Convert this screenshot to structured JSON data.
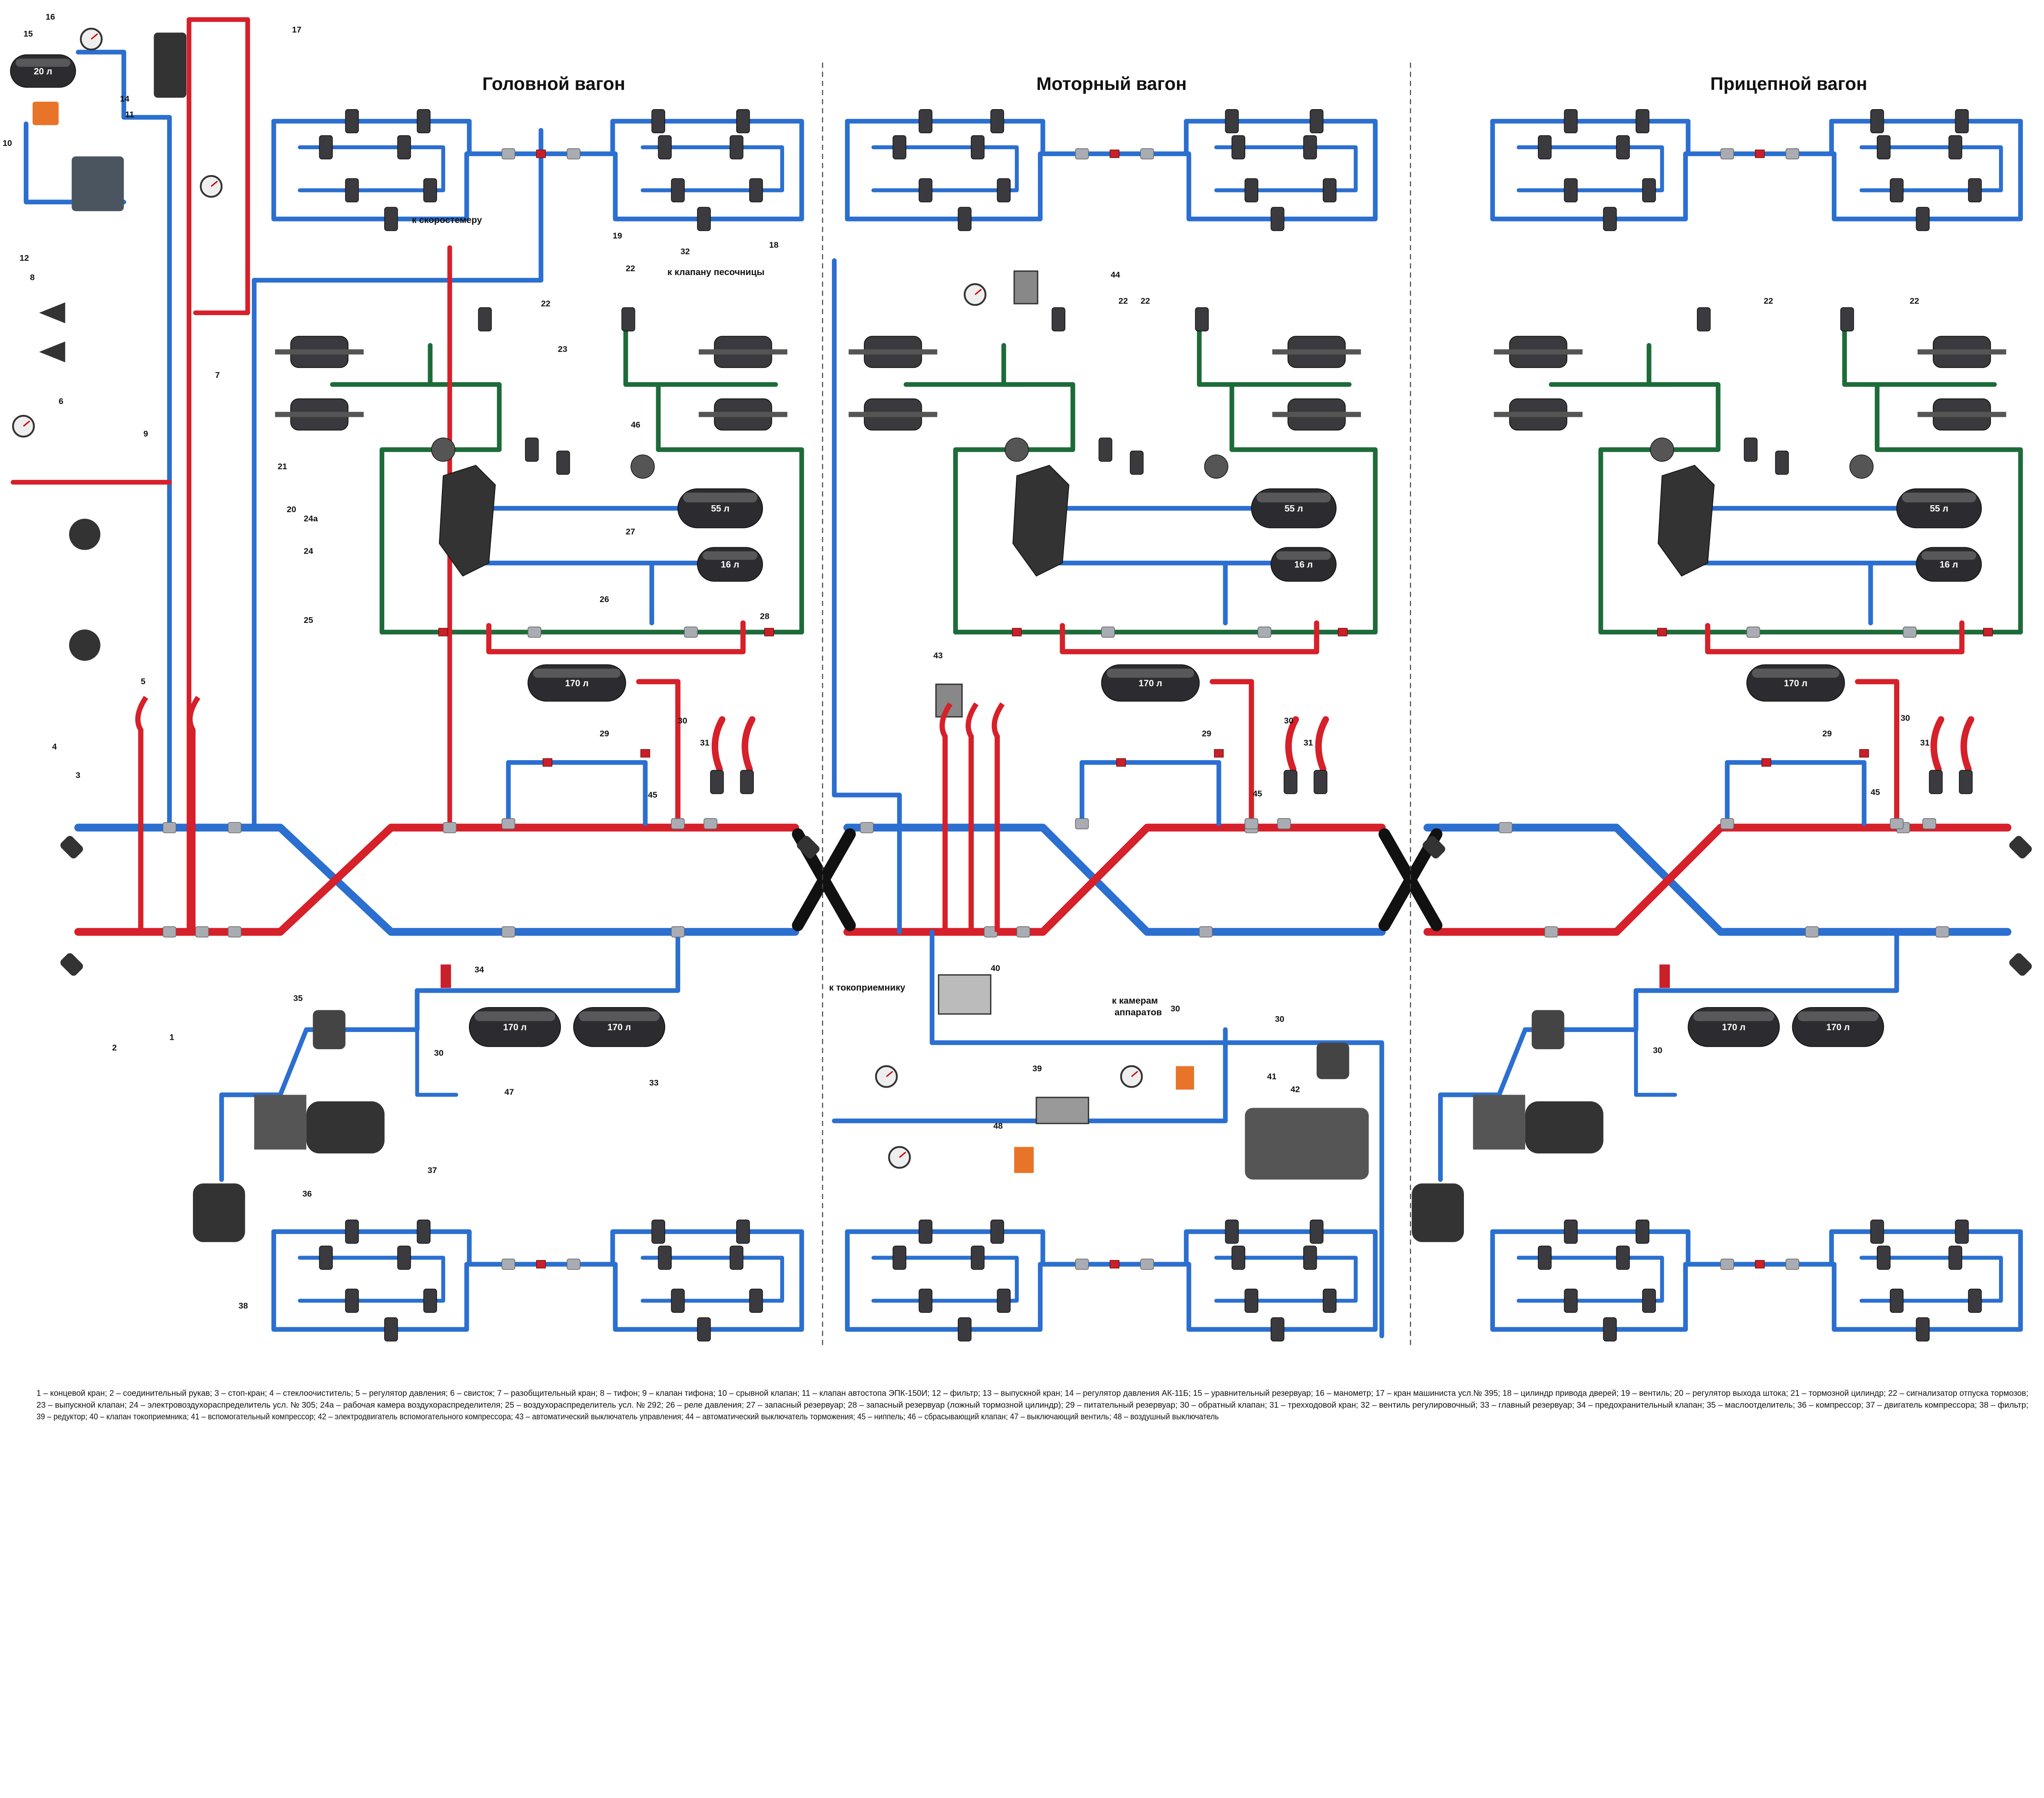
{
  "cars": [
    {
      "title": "Головной вагон"
    },
    {
      "title": "Моторный вагон"
    },
    {
      "title": "Прицепной вагон"
    }
  ],
  "annotations": {
    "speedometer": "к скоростемеру",
    "sander_valve": "к клапану песочницы",
    "chambers_1": "к камерам",
    "chambers_2": "аппаратов",
    "pantograph": "к токоприемнику"
  },
  "reservoirs": {
    "equalizing": "20 л",
    "r55": "55 л",
    "r16": "16 л",
    "r170": "170 л"
  },
  "legend": [
    "1 – концевой кран; 2 – соединительный рукав; 3 – стоп-кран; 4 – стеклоочиститель; 5 – регулятор давления; 6 – свисток; 7 – разобщительный кран; 8 – тифон; 9 – клапан тифона; 10 – срывной клапан; 11 – клапан автостопа ЭПК-150И; 12 – фильтр; 13 – выпускной кран; 14 – регулятор давления АК-11Б; 15 – уравнительный резервуар; 16 – манометр; 17 – кран машиниста усл.№ 395; 18 – цилиндр привода дверей; 19 – вентиль; 20 – регулятор выхода штока; 21 – тормозной цилиндр; 22 – сигнализатор отпуска тормозов;",
    "23 – выпускной клапан; 24 – электровоздухораспределитель усл. № 305; 24а – рабочая камера воздухораспределителя;  25 – воздухораспределитель усл. № 292; 26 – реле давления; 27 – запасный резервуар; 28 – запасный резервуар (ложный тормозной цилиндр); 29 – питательный резервуар; 30 – обратный клапан; 31 – трехходовой кран; 32 – вентиль регулировочный; 33 – главный резервуар; 34 – предохранительный клапан; 35 – маслоотделитель; 36 – компрессор; 37 – двигатель компрессора; 38 – фильтр;",
    "39 – редуктор; 40 – клапан токоприемника; 41 – вспомогательный компрессор; 42 – электродвигатель вспомогательного компрессора; 43 – автоматический выключатель управления; 44 – автоматический выключатель торможения; 45 – ниппель; 46 – сбрасывающий клапан; 47 – выключающий вентиль; 48 – воздушный выключатель"
  ],
  "callouts": {
    "head": [
      "16",
      "15",
      "17",
      "14",
      "11",
      "10",
      "12",
      "8",
      "7",
      "9",
      "6",
      "5",
      "4",
      "3",
      "1",
      "2",
      "19",
      "32",
      "18",
      "22",
      "22",
      "23",
      "46",
      "21",
      "20",
      "24а",
      "24",
      "25",
      "27",
      "28",
      "26",
      "29",
      "30",
      "31",
      "45",
      "34",
      "35",
      "30",
      "47",
      "33",
      "37",
      "36",
      "38"
    ],
    "motor": [
      "44",
      "22",
      "22",
      "43",
      "29",
      "30",
      "31",
      "45",
      "40",
      "30",
      "30",
      "39",
      "41",
      "42",
      "48"
    ],
    "trailer": [
      "22",
      "22",
      "29",
      "30",
      "31",
      "45",
      "30"
    ]
  },
  "colors": {
    "supply_line": "#2b6fd0",
    "brake_line": "#d6202a",
    "control_line": "#1e6b3a",
    "fitting": "#a9adb3",
    "device": "#2f2f33"
  }
}
